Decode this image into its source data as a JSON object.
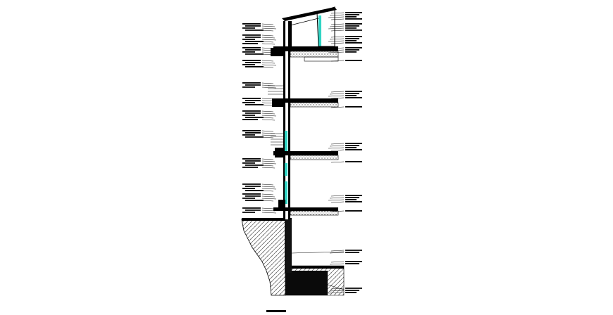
{
  "drawing": {
    "kind": "wall-section-detail",
    "floors": 4,
    "colors": {
      "background": "#ffffff",
      "line": "#000000",
      "glazing": "#2fd4c4",
      "soil_hatch": "#555555"
    },
    "left_callouts": [
      {
        "lines": 4
      },
      {
        "lines": 5
      },
      {
        "lines": 4
      },
      {
        "lines": 4
      },
      {
        "lines": 3
      },
      {
        "lines": 4
      },
      {
        "lines": 5
      },
      {
        "lines": 4
      },
      {
        "lines": 5
      },
      {
        "lines": 4
      },
      {
        "lines": 4
      },
      {
        "lines": 3
      }
    ],
    "right_callouts": [
      {
        "lines": 4
      },
      {
        "lines": 4
      },
      {
        "lines": 4
      },
      {
        "lines": 3
      },
      {
        "lines": 1
      },
      {
        "lines": 4
      },
      {
        "lines": 1
      },
      {
        "lines": 4
      },
      {
        "lines": 1
      },
      {
        "lines": 4
      },
      {
        "lines": 1
      },
      {
        "lines": 2
      },
      {
        "lines": 2
      },
      {
        "lines": 3
      }
    ]
  }
}
